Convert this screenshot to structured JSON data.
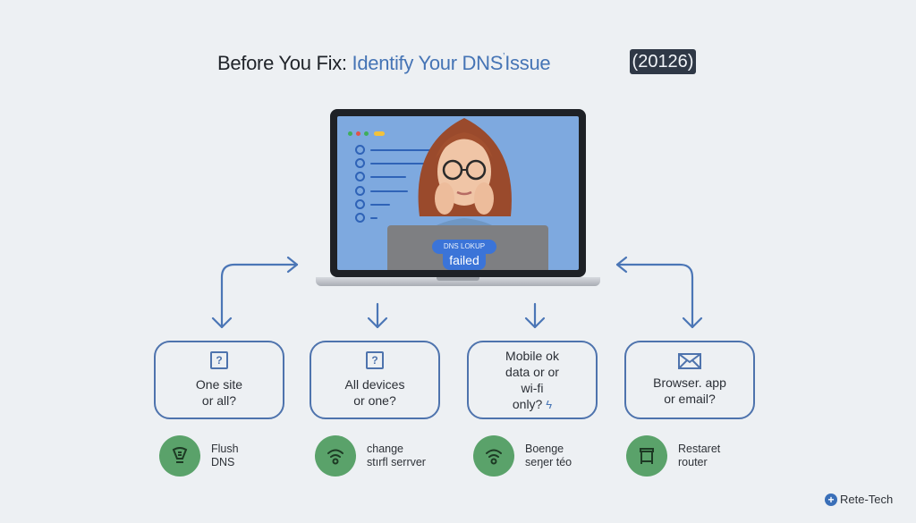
{
  "header": {
    "title_prefix": "Before You Fix:",
    "title_accent": "Identify Your DNS",
    "title_tick": "ʼ",
    "title_suffix": "Issue",
    "year_badge": "(20126)"
  },
  "laptop": {
    "error_line1": "DNS LOKUP",
    "error_line2": "failed",
    "window_dot_colors": [
      "#3fae5a",
      "#e0524a",
      "#3fae5a"
    ]
  },
  "questions": [
    {
      "icon": "question-box-icon",
      "icon_glyph": "?",
      "lines": [
        "One site",
        "or all?"
      ]
    },
    {
      "icon": "question-box-icon",
      "icon_glyph": "?",
      "lines": [
        "All devices",
        "or one?"
      ]
    },
    {
      "icon": "none",
      "lines": [
        "Mobile ok",
        "data or or",
        "wi-fi",
        "only?"
      ],
      "trailing_mark": "ϟ"
    },
    {
      "icon": "mail-icon",
      "lines": [
        "Browser. app",
        "or email?"
      ]
    }
  ],
  "fixes": [
    {
      "icon": "flush-icon",
      "lines": [
        "Flush",
        "DNS"
      ]
    },
    {
      "icon": "wifi-icon",
      "lines": [
        "change",
        "stırfl serrver"
      ]
    },
    {
      "icon": "wifi-icon",
      "lines": [
        "Boenge",
        "seŋer téo"
      ]
    },
    {
      "icon": "router-icon",
      "lines": [
        "Restaret",
        "router"
      ]
    }
  ],
  "brand": {
    "icon_glyph": "+",
    "name": "Rete-Tech"
  },
  "colors": {
    "background": "#edf0f3",
    "accent_blue": "#4574b5",
    "card_border": "#4e73ad",
    "fix_green": "#5aa26a",
    "badge_bg": "#2f3846"
  }
}
